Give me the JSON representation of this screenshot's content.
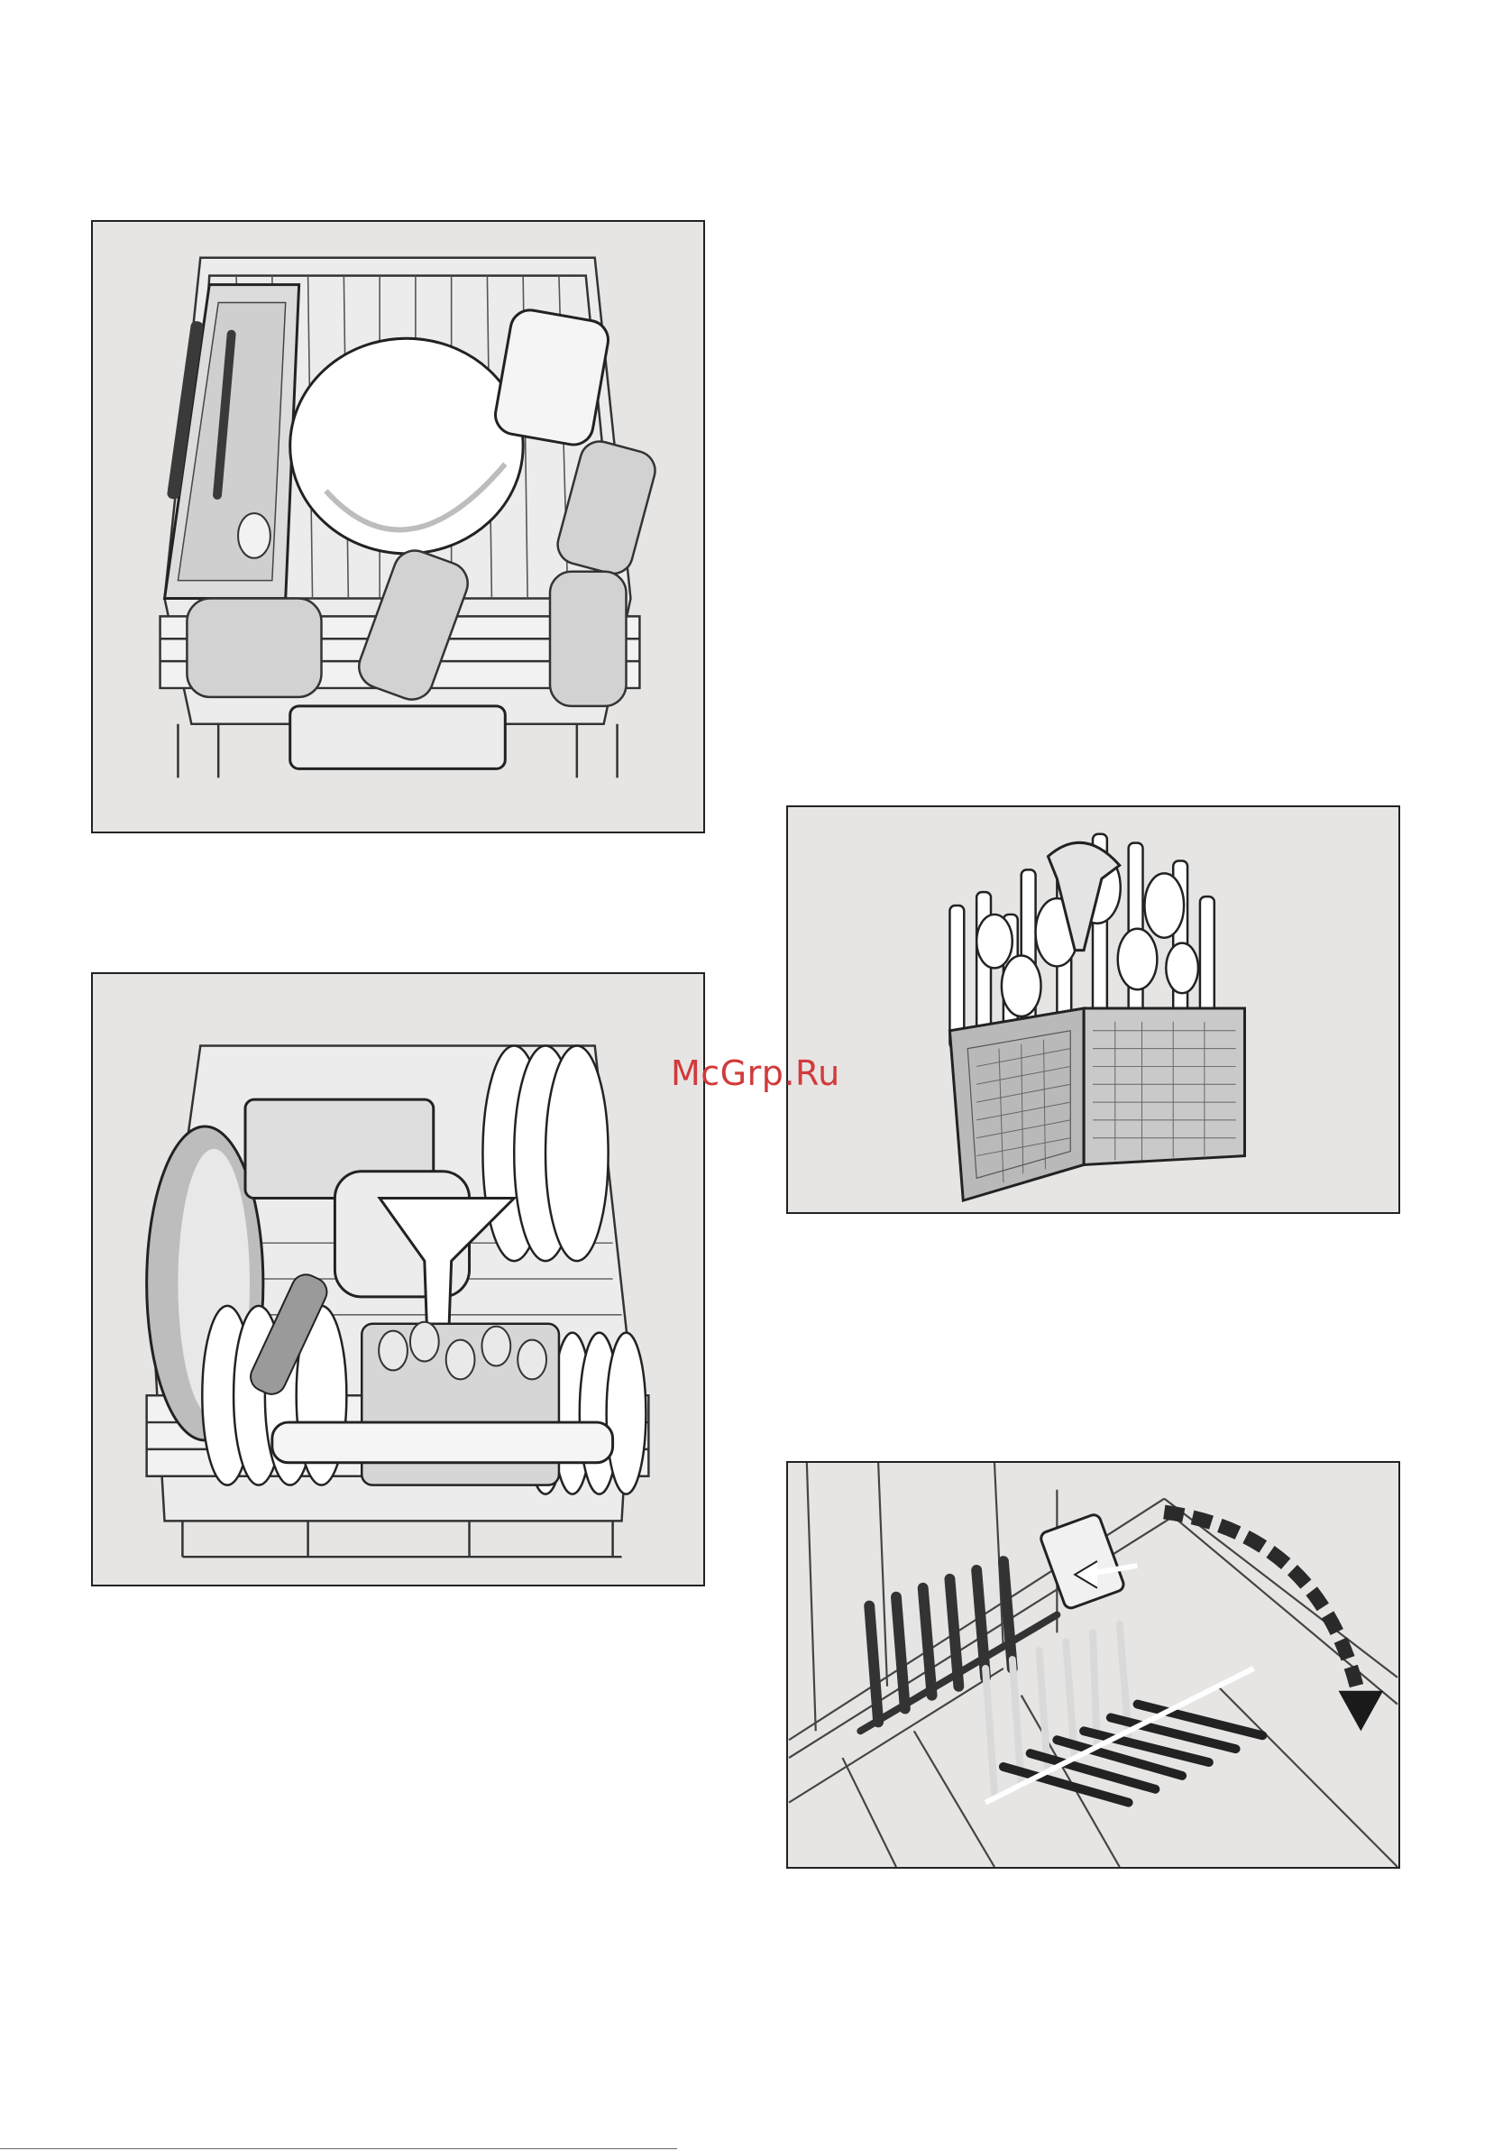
{
  "watermark": {
    "text": "McGrp.Ru",
    "color": "#d23a3a"
  },
  "panels": [
    {
      "id": "upper",
      "subject": "upper-basket-loaded",
      "background": "#e6e5e4"
    },
    {
      "id": "lower",
      "subject": "lower-basket-loaded",
      "background": "#e6e5e4"
    },
    {
      "id": "cutlery",
      "subject": "cutlery-basket",
      "background": "#e6e5e4"
    },
    {
      "id": "tines",
      "subject": "folding-tines",
      "background": "#e6e5e4"
    }
  ]
}
